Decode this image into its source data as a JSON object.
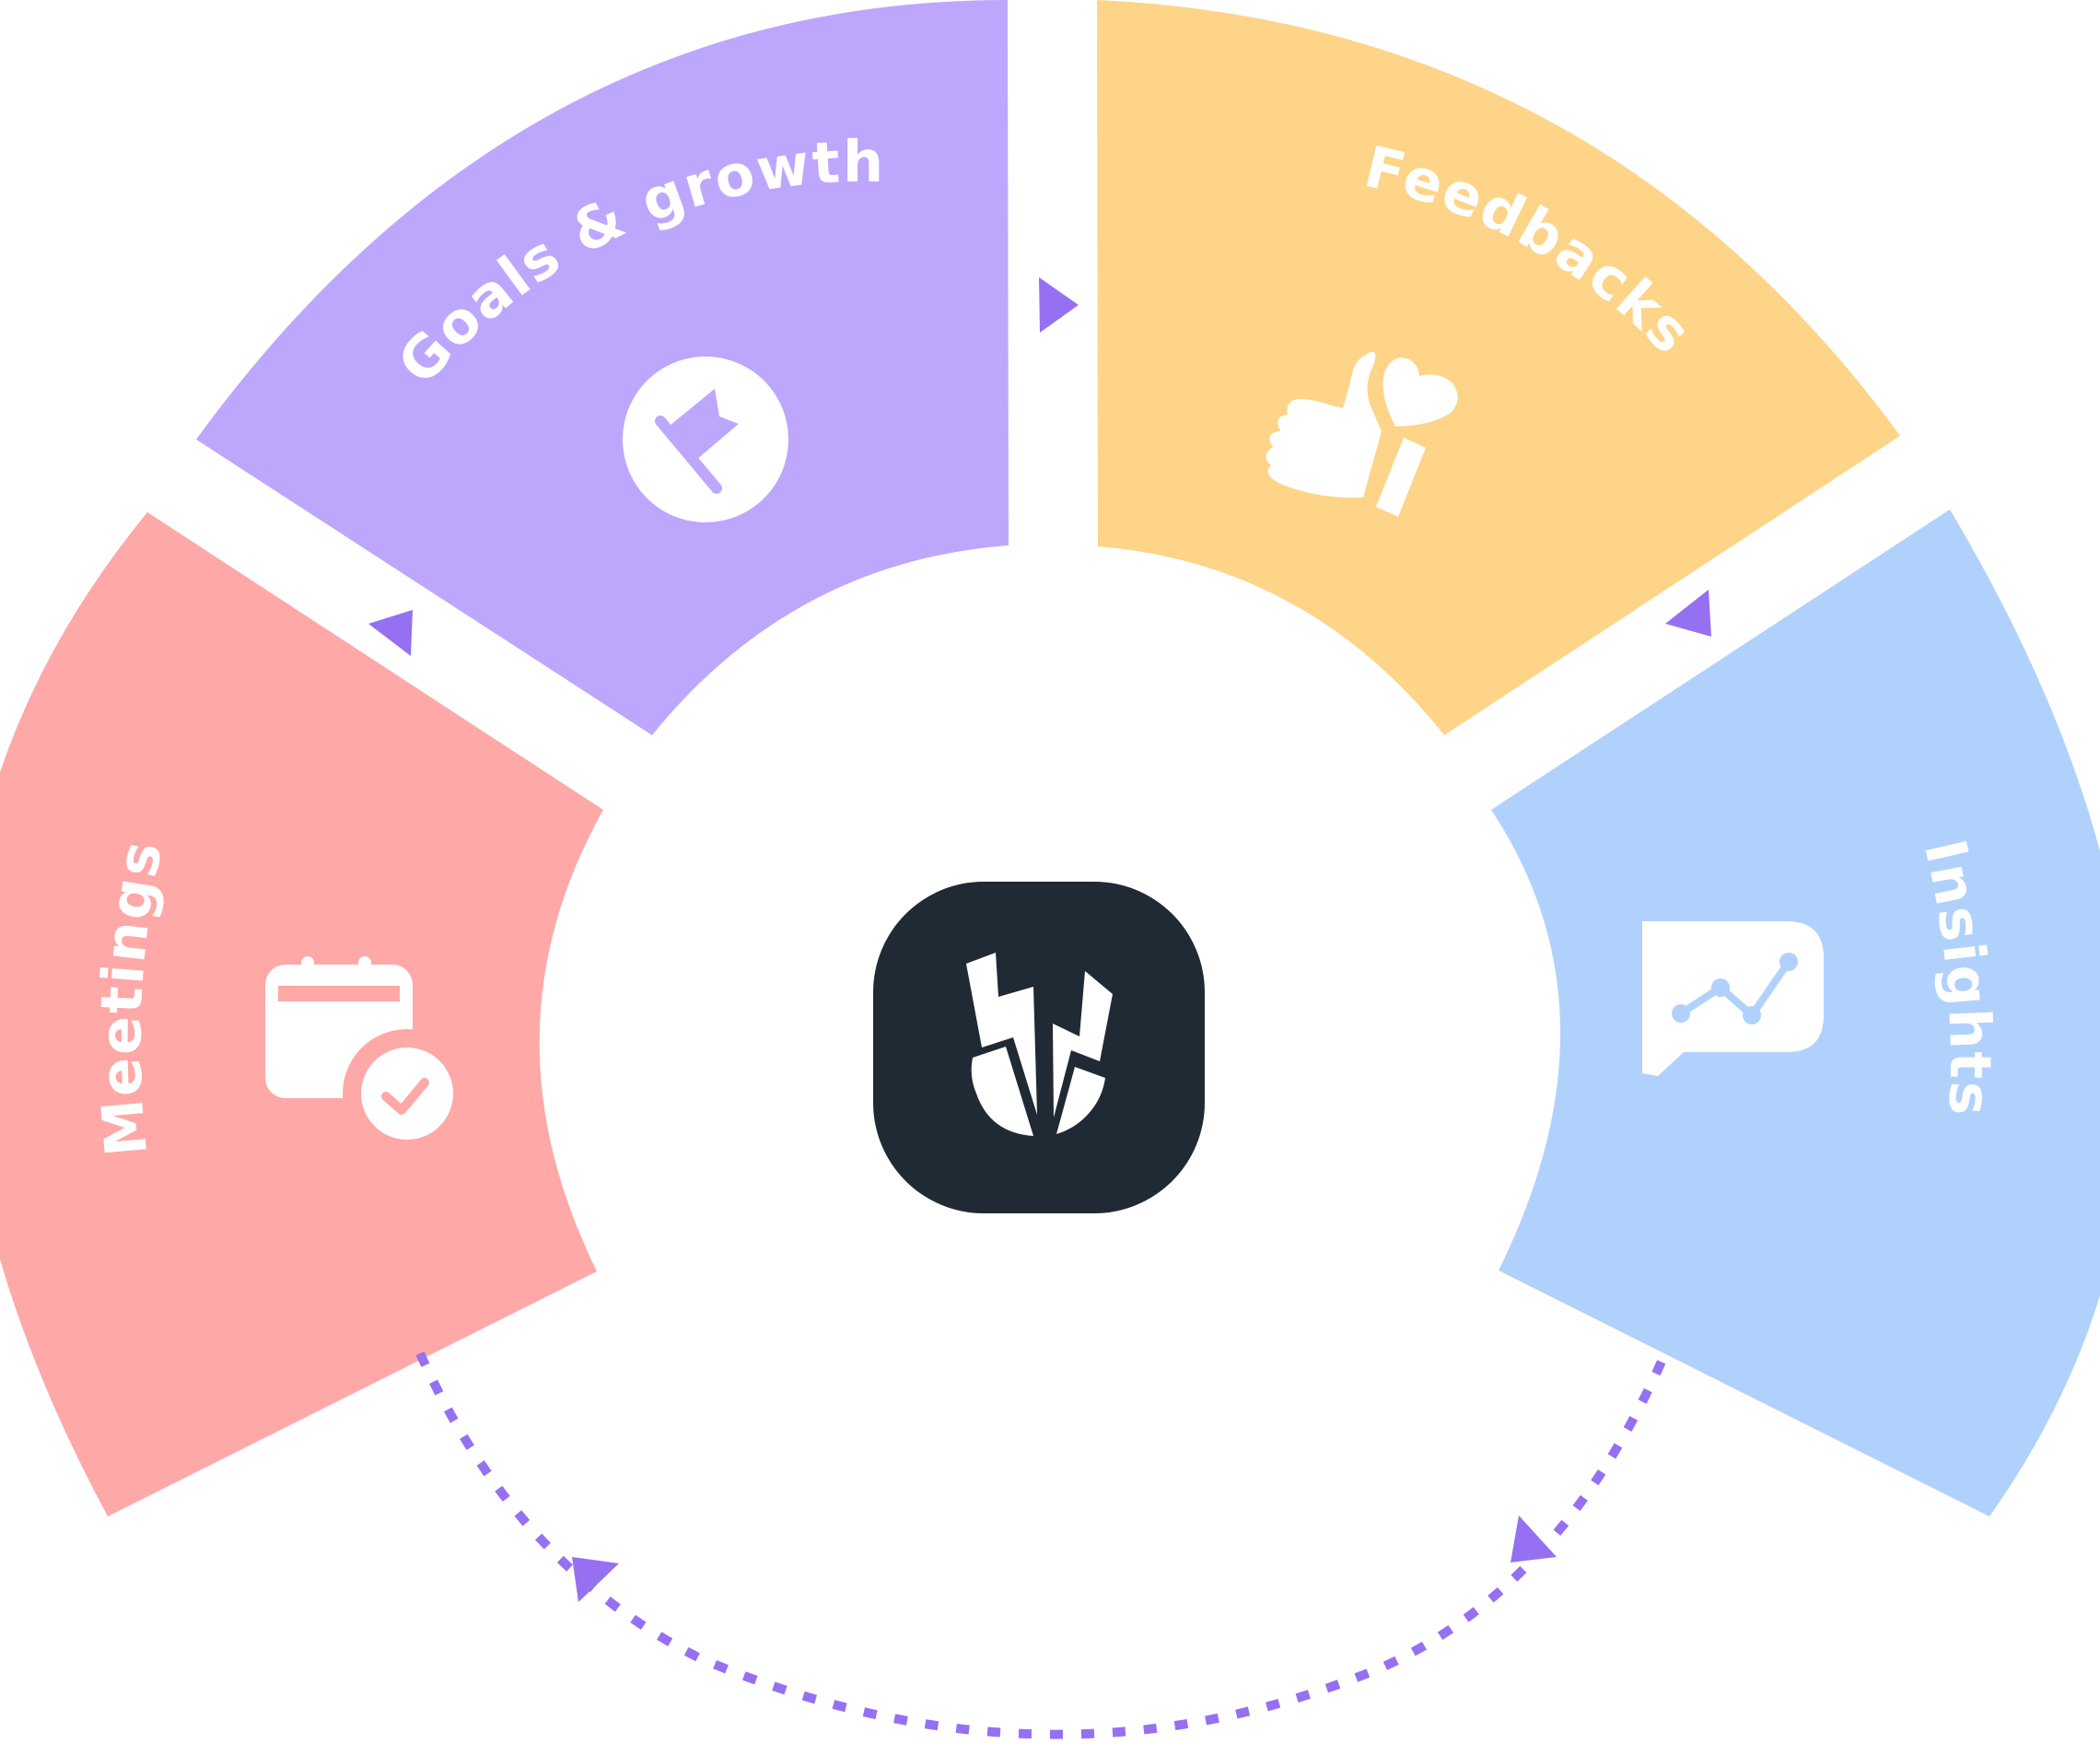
{
  "segments": [
    {
      "id": "goals",
      "label": "Goals & growth",
      "color": "#BDA7FD",
      "icon": "flag-icon"
    },
    {
      "id": "feedbacks",
      "label": "Feedbacks",
      "color": "#FDD488",
      "icon": "thumbs-up-heart-icon"
    },
    {
      "id": "insights",
      "label": "Insights",
      "color": "#B1D1FD",
      "icon": "chart-chat-icon"
    },
    {
      "id": "meetings",
      "label": "Meetings",
      "color": "#FEA8A8",
      "icon": "calendar-check-icon"
    }
  ],
  "center": {
    "icon": "app-logo-icon",
    "background": "#202A35"
  },
  "arrows": {
    "color": "#9670F2",
    "style": "cycle-clockwise"
  }
}
